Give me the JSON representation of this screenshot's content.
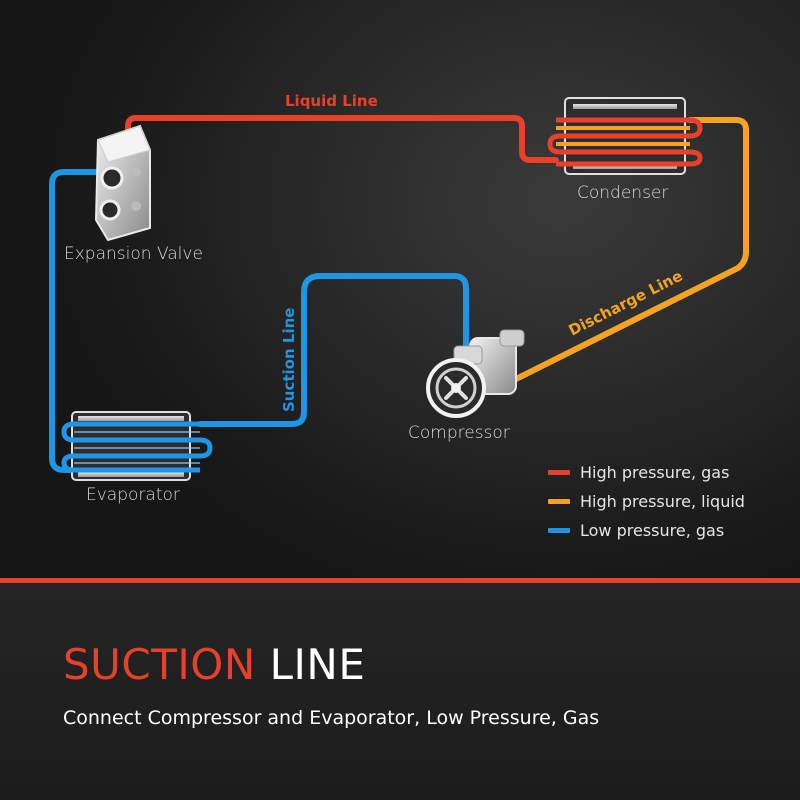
{
  "colors": {
    "high_pressure_gas": "#e8402a",
    "high_pressure_liquid": "#f6a324",
    "low_pressure_gas": "#1d96e6"
  },
  "components": {
    "condenser": "Condenser",
    "expansion_valve": "Expansion Valve",
    "compressor": "Compressor",
    "evaporator": "Evaporator"
  },
  "lines": {
    "liquid": "Liquid Line",
    "discharge": "Discharge Line",
    "suction": "Suction Line"
  },
  "legend": [
    {
      "label": "High pressure, gas",
      "color": "#e8402a"
    },
    {
      "label": "High pressure, liquid",
      "color": "#f6a324"
    },
    {
      "label": "Low pressure, gas",
      "color": "#1d96e6"
    }
  ],
  "footer": {
    "title_highlight": "SUCTION",
    "title_rest": "LINE",
    "subtitle": "Connect Compressor and Evaporator, Low Pressure, Gas"
  }
}
